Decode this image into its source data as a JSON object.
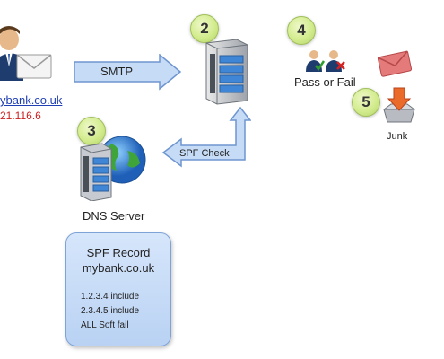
{
  "sender": {
    "domain_text": "ybank.co.uk",
    "ip_text": "21.116.6"
  },
  "steps": [
    "2",
    "3",
    "4",
    "5"
  ],
  "flow": {
    "smtp_label": "SMTP",
    "spf_check_label": "SPF Check"
  },
  "dns": {
    "label": "DNS Server"
  },
  "spf_record": {
    "title": "SPF Record",
    "domain": "mybank.co.uk",
    "lines": [
      "1.2.3.4  include",
      "2.3.4.5  include",
      "ALL Soft fail"
    ]
  },
  "verdict": {
    "label": "Pass or Fail"
  },
  "junk": {
    "label": "Junk"
  },
  "colors": {
    "arrow_fill": "#c6dbf6",
    "arrow_stroke": "#6e95cf",
    "step_circle": "#d3ec8e",
    "ip_red": "#cc1f1f",
    "link_blue": "#1f3fb3"
  },
  "icons": [
    "user-with-envelope-icon",
    "mail-server-icon",
    "globe-server-icon",
    "users-check-icon",
    "envelope-icon",
    "junk-tray-icon"
  ]
}
